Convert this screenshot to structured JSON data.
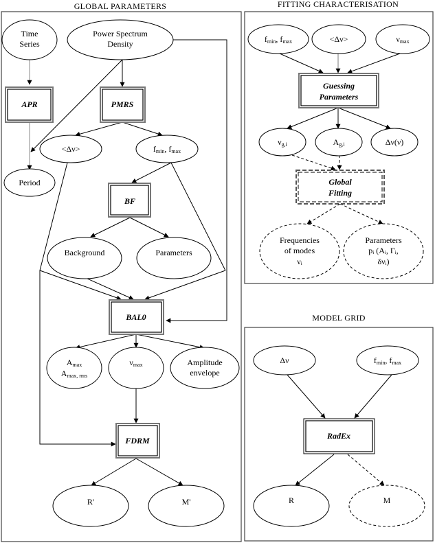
{
  "panels": {
    "global": {
      "title": "GLOBAL PARAMETERS",
      "nodes": {
        "time_series": [
          "Time",
          "Series"
        ],
        "psd": [
          "Power Spectrum",
          "Density"
        ],
        "apr": "APR",
        "pmrs": "PMRS",
        "period": "Period",
        "dnu": "<Δν>",
        "fminmax": {
          "f1": "f",
          "s1": "min",
          "sep": ", f",
          "s2": "max"
        },
        "bf": "BF",
        "background": "Background",
        "parameters": "Parameters",
        "bal0": "BAL0",
        "amax": {
          "l1": "A",
          "s1": "max",
          "l2": "A",
          "s2": "max, rms"
        },
        "numax": {
          "base": "ν",
          "sub": "max"
        },
        "amp_env": [
          "Amplitude",
          "envelope"
        ],
        "fdrm": "FDRM",
        "r_prime": "R'",
        "m_prime": "M'"
      }
    },
    "fitting": {
      "title": "FITTING CHARACTERISATION",
      "nodes": {
        "fminmax": {
          "f1": "f",
          "s1": "min",
          "sep": ", f",
          "s2": "max"
        },
        "dnu": "<Δν>",
        "numax": {
          "base": "ν",
          "sub": "max"
        },
        "guessing": [
          "Guessing",
          "Parameters"
        ],
        "nu_gi": {
          "base": "ν",
          "sub": "g,i"
        },
        "a_gi": {
          "base": "A",
          "sub": "g,i"
        },
        "dnu_nu": "Δν(ν)",
        "global_fitting": [
          "Global",
          "Fitting"
        ],
        "frequencies": [
          "Frequencies",
          "of modes",
          "νᵢ"
        ],
        "params": [
          "Parameters",
          "pᵢ (Aᵢ, Γᵢ,",
          "δνᵢ)"
        ]
      }
    },
    "model": {
      "title": "MODEL GRID",
      "nodes": {
        "dnu": "Δν",
        "fminmax": {
          "f1": "f",
          "s1": "min",
          "sep": ", f",
          "s2": "max"
        },
        "radex": "RadEx",
        "r": "R",
        "m": "M"
      }
    }
  }
}
